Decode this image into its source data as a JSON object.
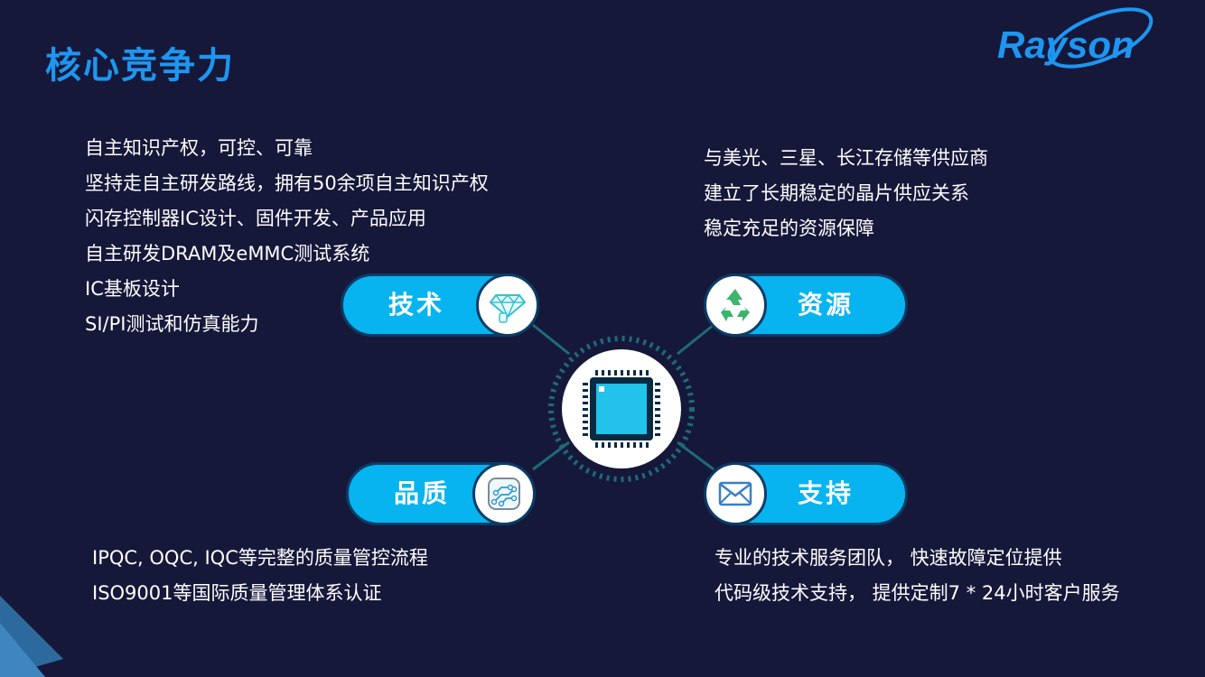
{
  "title": "核心竞争力",
  "logo": {
    "text": "Rayson",
    "color": "#1e96f0"
  },
  "colors": {
    "background": "#16183a",
    "accent": "#1e96f0",
    "pill": "#08b4f0",
    "pill_border": "#0a3c66"
  },
  "sections": {
    "tech": {
      "label": "技术",
      "icon": "diamond-hand-icon",
      "lines": [
        "自主知识产权，可控、可靠",
        "坚持走自主研发路线，拥有50余项自主知识产权",
        "闪存控制器IC设计、固件开发、产品应用",
        "自主研发DRAM及eMMC测试系统",
        "IC基板设计",
        "SI/PI测试和仿真能力"
      ]
    },
    "resource": {
      "label": "资源",
      "icon": "recycle-icon",
      "lines": [
        "与美光、三星、长江存储等供应商",
        "建立了长期稳定的晶片供应关系",
        "稳定充足的资源保障"
      ]
    },
    "quality": {
      "label": "品质",
      "icon": "circuit-board-icon",
      "lines": [
        "IPQC, OQC, IQC等完整的质量管控流程",
        "ISO9001等国际质量管理体系认证"
      ]
    },
    "support": {
      "label": "支持",
      "icon": "envelope-icon",
      "lines": [
        "专业的技术服务团队， 快速故障定位提供",
        "代码级技术支持， 提供定制7 * 24小时客户服务"
      ]
    }
  },
  "center": {
    "icon": "chip-icon"
  }
}
